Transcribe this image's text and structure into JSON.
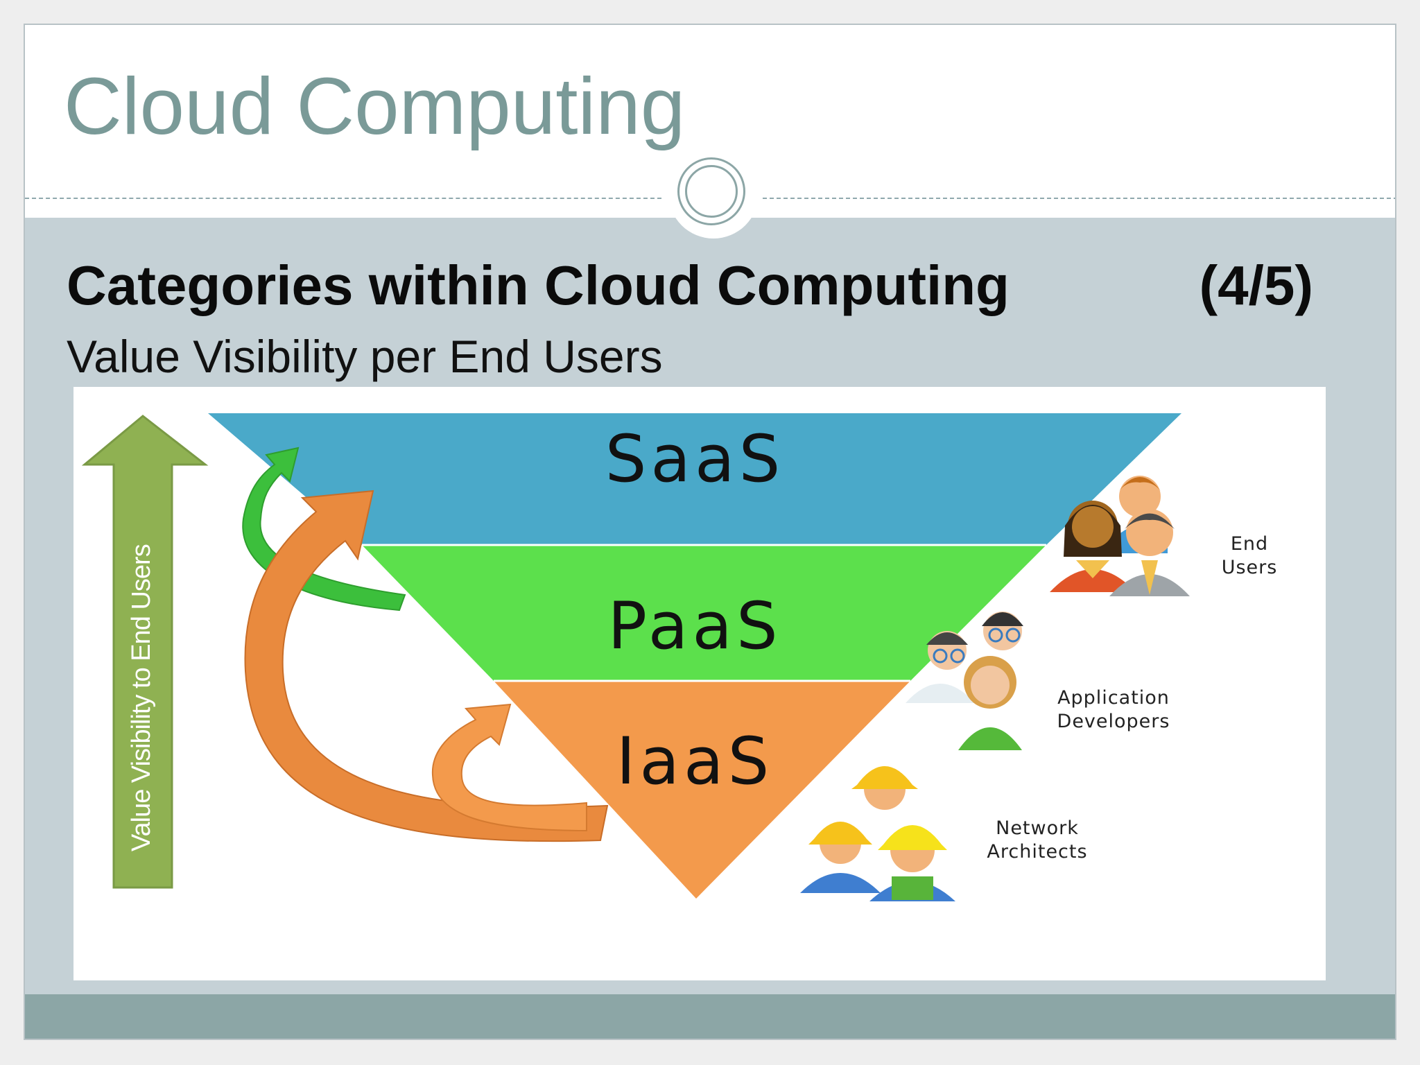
{
  "slide": {
    "title": "Cloud Computing",
    "heading": "Categories within Cloud Computing",
    "page_indicator": "(4/5)",
    "subheading": "Value Visibility per End Users"
  },
  "diagram": {
    "axis_label": "Value Visibility to End Users",
    "layers": [
      {
        "label": "SaaS",
        "color": "#4aa9c9"
      },
      {
        "label": "PaaS",
        "color": "#5ce04c"
      },
      {
        "label": "IaaS",
        "color": "#f39a4c"
      }
    ],
    "roles": [
      {
        "line1": "End",
        "line2": "Users"
      },
      {
        "line1": "Application",
        "line2": "Developers"
      },
      {
        "line1": "Network",
        "line2": "Architects"
      }
    ]
  },
  "colors": {
    "title": "#7a9a98",
    "band": "#c5d1d6",
    "footer": "#8ca6a6",
    "axis_arrow": "#8fb152",
    "green_arrow": "#3cbf3c",
    "orange_arrow": "#e98a3e"
  }
}
